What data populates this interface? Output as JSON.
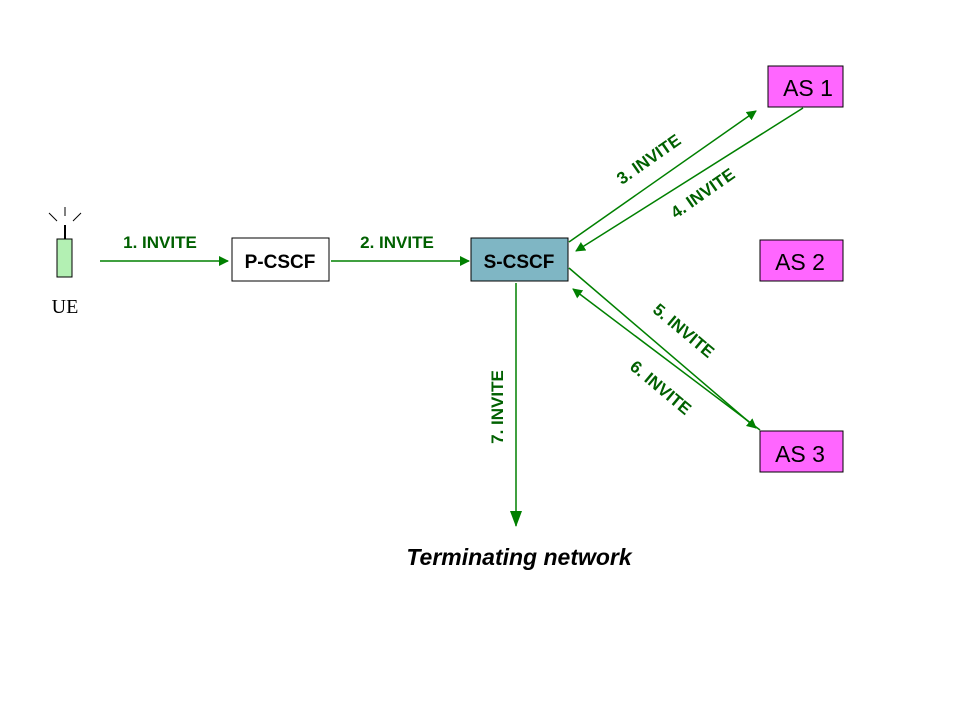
{
  "colors": {
    "arrow": "#008000",
    "message_text": "#006000",
    "proxy_box_fill": "#ffffff",
    "serving_box_fill": "#7fb6c4",
    "as_box_fill": "#ff66ff",
    "ue_body_fill": "#b3f0b3"
  },
  "nodes": {
    "ue": "UE",
    "p_cscf": "P-CSCF",
    "s_cscf": "S-CSCF",
    "as1": "AS 1",
    "as2": "AS 2",
    "as3": "AS 3"
  },
  "messages": {
    "m1": "1. INVITE",
    "m2": "2. INVITE",
    "m3": "3. INVITE",
    "m4": "4. INVITE",
    "m5": "5. INVITE",
    "m6": "6. INVITE",
    "m7": "7. INVITE"
  },
  "caption": "Terminating network",
  "icons": {
    "ue": "mobile-phone-icon"
  }
}
